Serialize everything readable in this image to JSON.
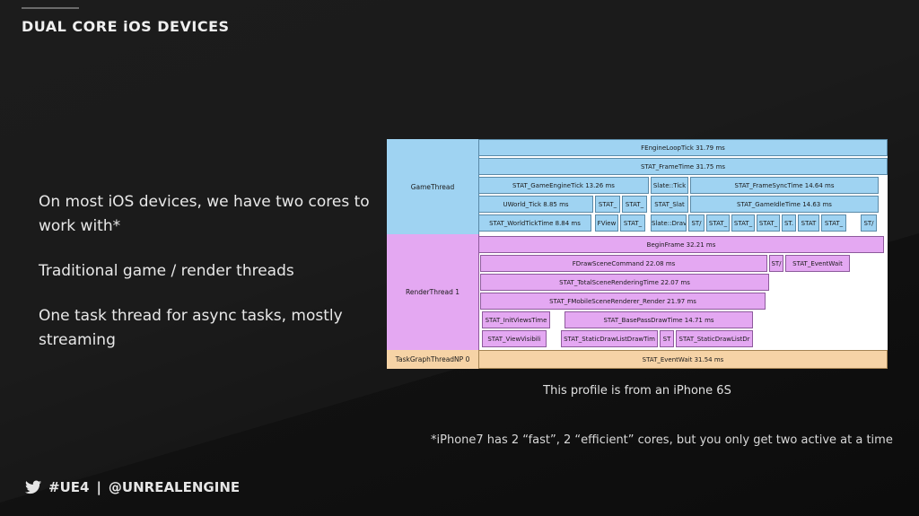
{
  "slide": {
    "title": "DUAL CORE iOS DEVICES",
    "bullets": [
      "On most iOS devices, we have two cores to work with*",
      "Traditional game / render threads",
      "One task thread for async tasks, mostly streaming"
    ],
    "caption": "This profile is from an iPhone 6S",
    "footnote": "*iPhone7 has 2 “fast”, 2 “efficient” cores, but you only get two active at a time",
    "footer": {
      "hashtag": "#UE4",
      "separator": "|",
      "handle": "@UNREALENGINE"
    }
  },
  "profiler": {
    "threads": {
      "game": "GameThread",
      "render": "RenderThread 1",
      "task": "TaskGraphThreadNP 0"
    },
    "colors": {
      "game": "#9fd3f2",
      "render": "#e4a8f2",
      "task": "#f6d3a6"
    },
    "game_bars": {
      "engine_loop": "FEngineLoopTick   31.79 ms",
      "frame_time": "STAT_FrameTime   31.75 ms",
      "game_engine_tick": "STAT_GameEngineTick   13.26 ms",
      "slate_tick": "Slate::Tick",
      "frame_sync": "STAT_FrameSyncTime   14.64 ms",
      "uworld_tick": "UWorld_Tick   8.85 ms",
      "stat_a": "STAT_",
      "stat_b": "STAT_",
      "stat_slat": "STAT_Slat",
      "game_idle": "STAT_GameIdleTime   14.63 ms",
      "world_tick_time": "STAT_WorldTickTime   8.84 ms",
      "fview": "FView",
      "stat_c": "STAT_",
      "slate_draw": "Slate::Drav",
      "st_1": "ST/",
      "stat_d": "STAT_",
      "stat_e": "STAT_",
      "stat_f": "STAT_",
      "st_2": "ST.",
      "stat_g": "STAT",
      "stat_h": "STAT_",
      "st_3": "ST/"
    },
    "render_bars": {
      "begin_frame": "BeginFrame   32.21 ms",
      "draw_scene": "FDrawSceneCommand   22.08 ms",
      "st_small": "ST/",
      "event_wait": "STAT_EventWait",
      "total_render": "STAT_TotalSceneRenderingTime   22.07 ms",
      "mobile_renderer": "STAT_FMobileSceneRenderer_Render   21.97 ms",
      "init_views": "STAT_InitViewsTime",
      "base_pass": "STAT_BasePassDrawTime   14.71 ms",
      "view_visib": "STAT_ViewVisibili",
      "static_draw": "STAT_StaticDrawListDrawTim",
      "st_mid": "ST",
      "static_draw2": "STAT_StaticDrawListDr"
    },
    "task_bars": {
      "event_wait": "STAT_EventWait   31.54 ms"
    }
  }
}
